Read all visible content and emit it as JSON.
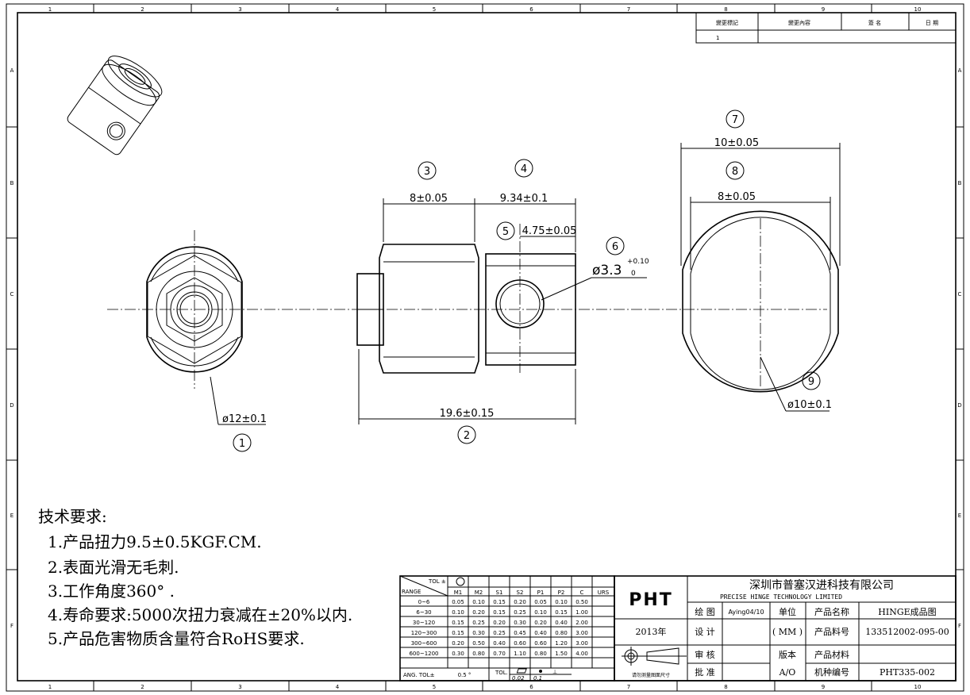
{
  "frame": {
    "columns": [
      "1",
      "2",
      "3",
      "4",
      "5",
      "6",
      "7",
      "8",
      "9",
      "10"
    ],
    "rows": [
      "A",
      "B",
      "C",
      "D",
      "E",
      "F"
    ]
  },
  "revision_table": {
    "headers": [
      "變更標記",
      "變更內容",
      "簽 名",
      "日 期"
    ],
    "rows": [
      [
        "1",
        "",
        "",
        ""
      ]
    ]
  },
  "dimensions": {
    "d1": {
      "balloon": "1",
      "text": "ø12±0.1"
    },
    "d2": {
      "balloon": "2",
      "text": "19.6±0.15"
    },
    "d3": {
      "balloon": "3",
      "text": "8±0.05"
    },
    "d4": {
      "balloon": "4",
      "text": "9.34±0.1"
    },
    "d5": {
      "balloon": "5",
      "text": "4.75±0.05"
    },
    "d6": {
      "balloon": "6",
      "text": "ø3.3",
      "tol_upper": "+0.10",
      "tol_lower": "0"
    },
    "d7": {
      "balloon": "7",
      "text": "10±0.05"
    },
    "d8": {
      "balloon": "8",
      "text": "8±0.05"
    },
    "d9": {
      "balloon": "9",
      "text": "ø10±0.1"
    }
  },
  "requirements": {
    "title": "技术要求:",
    "items": [
      "1.产品扭力9.5±0.5KGF.CM.",
      "2.表面光滑无毛刺.",
      "3.工作角度360°  .",
      "4.寿命要求:5000次扭力衰减在±20%以内.",
      "5.产品危害物质含量符合RoHS要求."
    ]
  },
  "tolerance_table": {
    "corner_top": "TOL ±",
    "corner_bottom": "RANGE",
    "headers": [
      "M1",
      "M2",
      "S1",
      "S2",
      "P1",
      "P2",
      "C",
      "URS"
    ],
    "rows": [
      {
        "range": "0~6",
        "values": [
          "0.05",
          "0.10",
          "0.15",
          "0.20",
          "0.05",
          "0.10",
          "0.50",
          ""
        ]
      },
      {
        "range": "6~30",
        "values": [
          "0.10",
          "0.20",
          "0.15",
          "0.25",
          "0.10",
          "0.15",
          "1.00",
          ""
        ]
      },
      {
        "range": "30~120",
        "values": [
          "0.15",
          "0.25",
          "0.20",
          "0.30",
          "0.20",
          "0.40",
          "2.00",
          ""
        ]
      },
      {
        "range": "120~300",
        "values": [
          "0.15",
          "0.30",
          "0.25",
          "0.45",
          "0.40",
          "0.80",
          "3.00",
          ""
        ]
      },
      {
        "range": "300~600",
        "values": [
          "0.20",
          "0.50",
          "0.40",
          "0.60",
          "0.60",
          "1.20",
          "3.00",
          ""
        ]
      },
      {
        "range": "600~1200",
        "values": [
          "0.30",
          "0.80",
          "0.70",
          "1.10",
          "0.80",
          "1.50",
          "4.00",
          ""
        ]
      }
    ],
    "ang_label": "ANG.  TOL±",
    "ang_value": "0.5 °",
    "tol_label": "TOL.",
    "flatness": "0.02",
    "concentricity": "0.1"
  },
  "title_block": {
    "logo": "PHT",
    "company_cn": "深圳市普塞汉进科技有限公司",
    "company_en": "PRECISE HINGE TECHNOLOGY LIMITED",
    "year": "2013年",
    "note": "请勿测量图面尺寸",
    "draw_label": "绘 图",
    "draw_value": "Aying04/10",
    "design_label": "设 计",
    "check_label": "审 核",
    "approve_label": "批 准",
    "unit_label": "单位",
    "unit_value": "( MM )",
    "version_label": "版本",
    "version_value": "A/O",
    "name_label": "产品名称",
    "name_value": "HINGE成品图",
    "part_label": "产品料号",
    "part_value": "133512002-095-00",
    "material_label": "产品材料",
    "material_value": "",
    "model_label": "机种编号",
    "model_value": "PHT335-002"
  }
}
